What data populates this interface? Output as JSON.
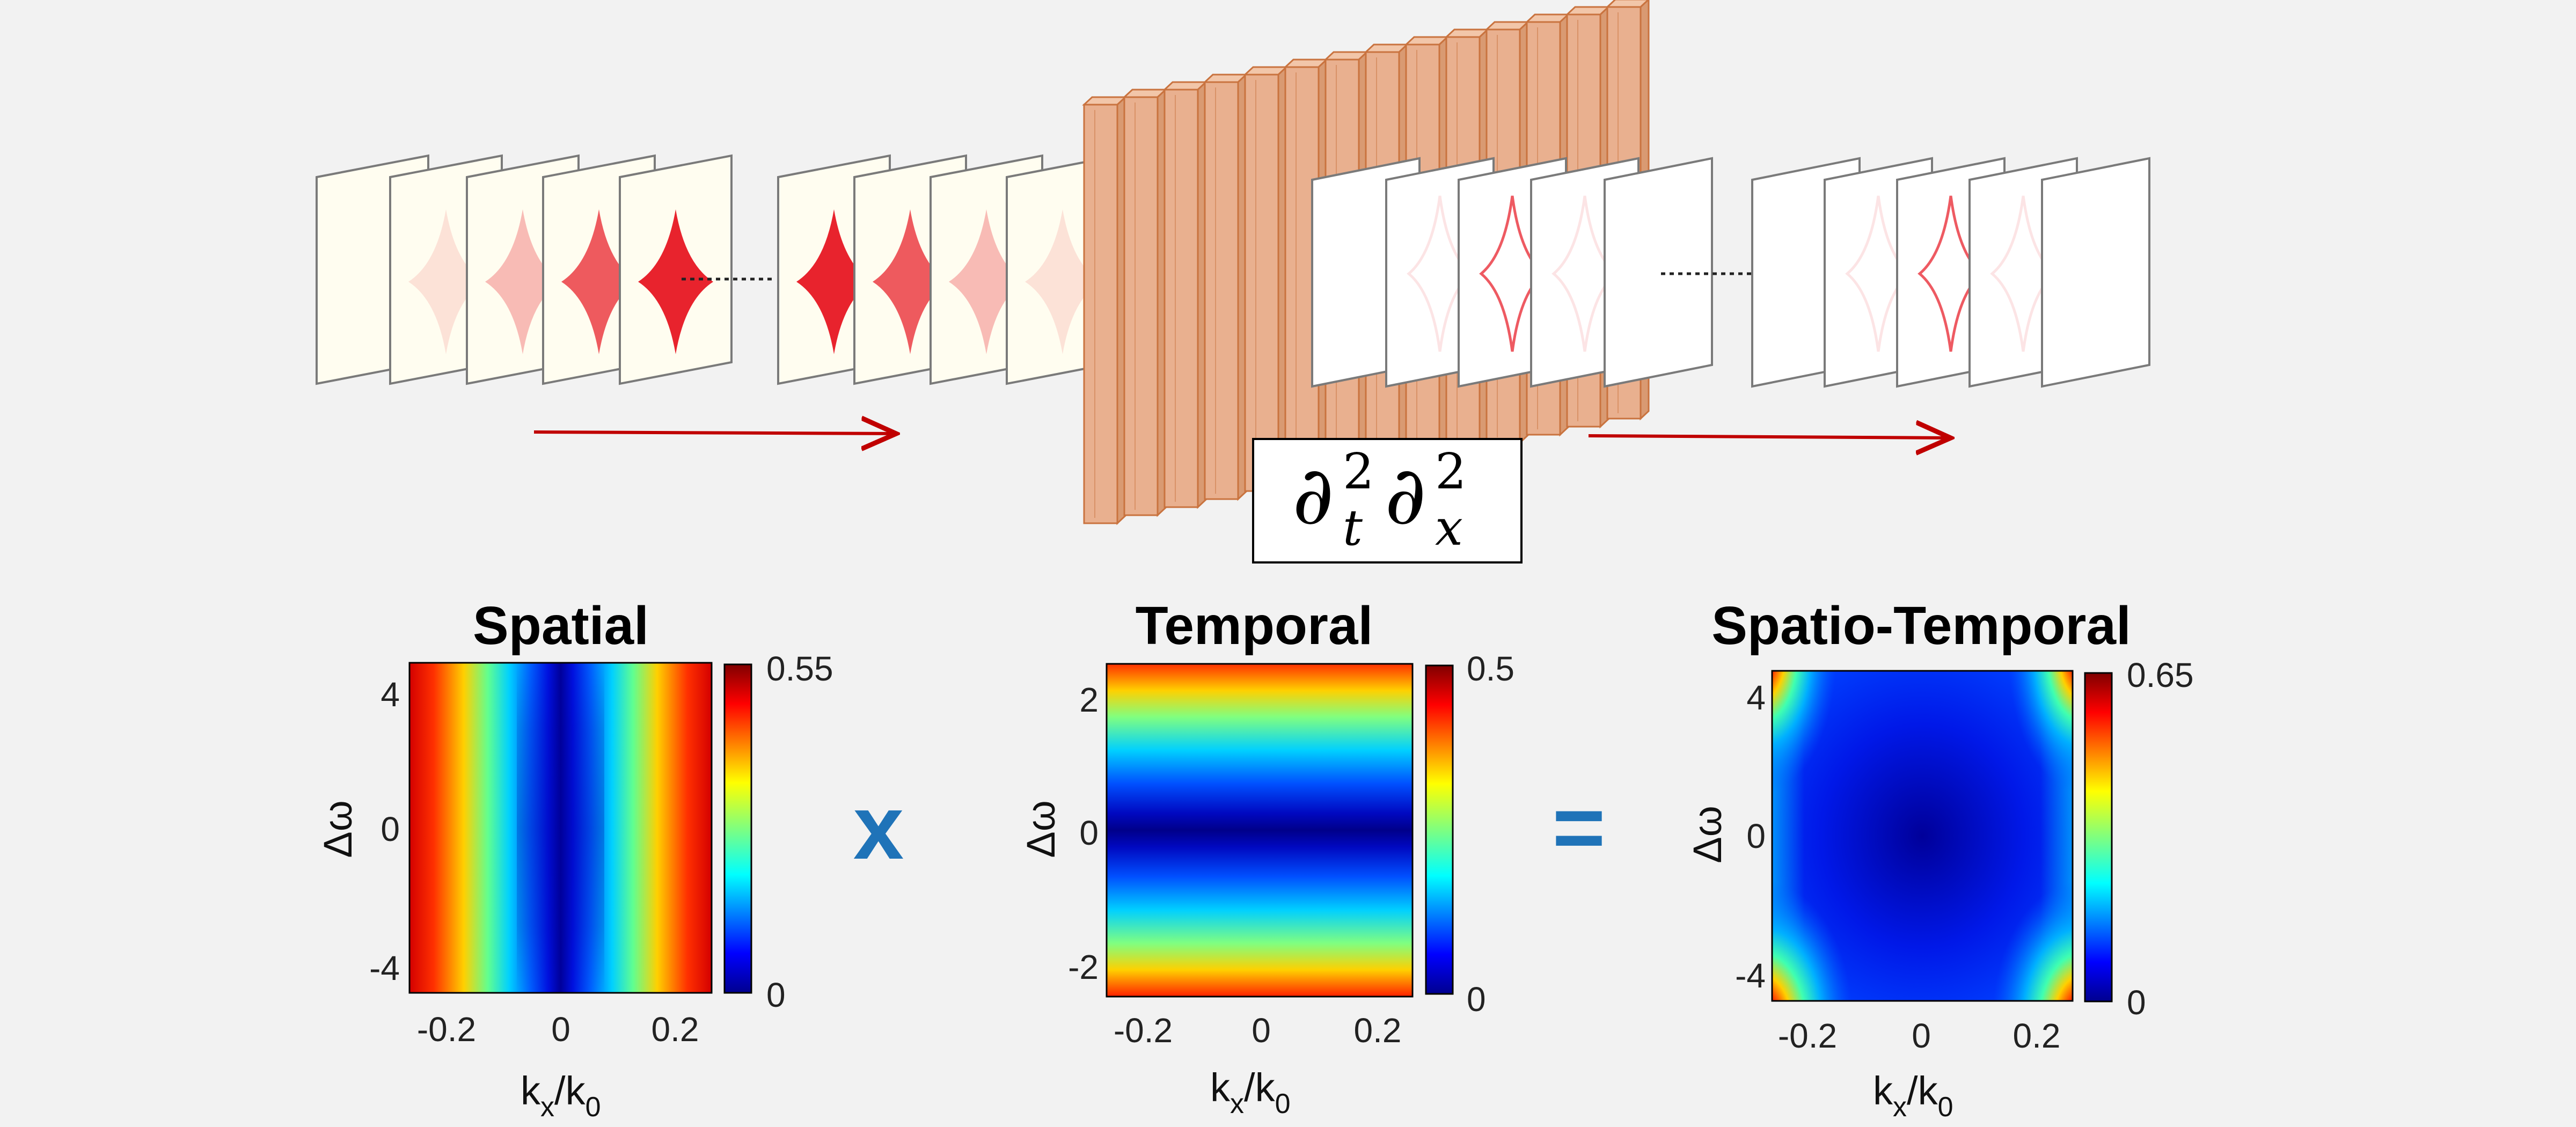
{
  "operator": {
    "symbol": "∂",
    "time_sub": "t",
    "space_sub": "x",
    "power": "2"
  },
  "operators": {
    "multiply": "x",
    "equals": "="
  },
  "colors": {
    "paper": "#fffdf0",
    "frame": "#7a7a7a",
    "pulse": "#e8232d",
    "plate": "#e9b08f",
    "plate_edge": "#c9733f",
    "arrow": "#c00000",
    "operator_blue": "#1f73b8"
  },
  "input_pulse_opacities": [
    0,
    0.12,
    0.3,
    0.75,
    1,
    1,
    0.75,
    0.3,
    0.12
  ],
  "output_pulse_opacities": [
    0.12,
    0.75,
    0.12,
    0.12,
    0.75,
    0.12
  ],
  "panels": [
    {
      "title": "Spatial",
      "xlabel_main": "k",
      "xlabel_sub_num": "x",
      "xlabel_sub_den": "0",
      "ylabel": "Δω",
      "xticks": [
        "-0.2",
        "0",
        "0.2"
      ],
      "yticks": [
        "4",
        "0",
        "-4"
      ],
      "cbar_max": "0.55",
      "cbar_min": "0",
      "map_type": "spatial"
    },
    {
      "title": "Temporal",
      "xlabel_main": "k",
      "xlabel_sub_num": "x",
      "xlabel_sub_den": "0",
      "ylabel": "Δω",
      "xticks": [
        "-0.2",
        "0",
        "0.2"
      ],
      "yticks": [
        "2",
        "0",
        "-2"
      ],
      "cbar_max": "0.5",
      "cbar_min": "0",
      "map_type": "temporal"
    },
    {
      "title": "Spatio-Temporal",
      "xlabel_main": "k",
      "xlabel_sub_num": "x",
      "xlabel_sub_den": "0",
      "ylabel": "Δω",
      "xticks": [
        "-0.2",
        "0",
        "0.2"
      ],
      "yticks": [
        "4",
        "0",
        "-4"
      ],
      "cbar_max": "0.65",
      "cbar_min": "0",
      "map_type": "spatiotemporal"
    }
  ]
}
